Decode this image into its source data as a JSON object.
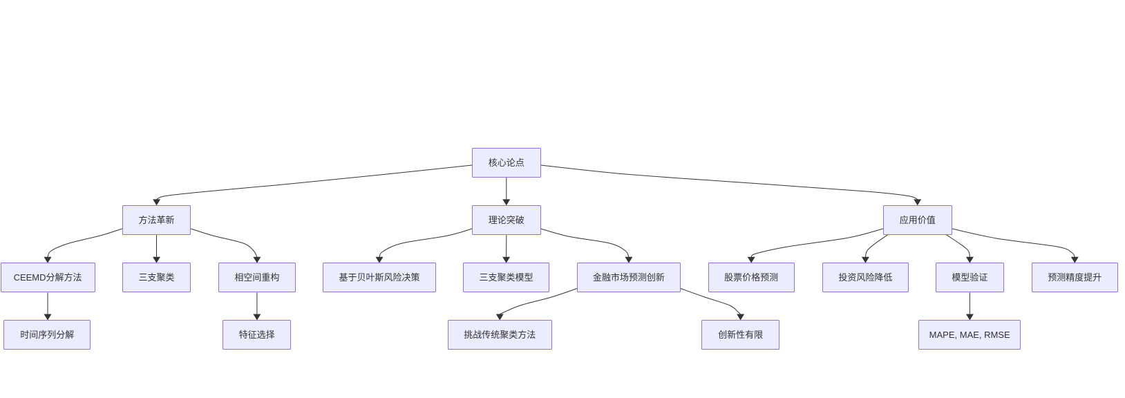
{
  "diagram": {
    "type": "flowchart",
    "direction": "top-down",
    "style": {
      "background": "#ffffff",
      "node_fill": "#ECECFF",
      "node_border": "#9370DB",
      "edge_color": "#333333",
      "text_color": "#333333"
    },
    "nodes": {
      "core": {
        "label": "核心论点"
      },
      "method": {
        "label": "方法革新"
      },
      "theory": {
        "label": "理论突破"
      },
      "application": {
        "label": "应用价值"
      },
      "ceemd": {
        "label": "CEEMD分解方法"
      },
      "threeway": {
        "label": "三支聚类"
      },
      "phase": {
        "label": "相空间重构"
      },
      "bayes": {
        "label": "基于贝叶斯风险决策"
      },
      "model": {
        "label": "三支聚类模型"
      },
      "finance": {
        "label": "金融市场预测创新"
      },
      "stock": {
        "label": "股票价格预测"
      },
      "invest": {
        "label": "投资风险降低"
      },
      "validation": {
        "label": "模型验证"
      },
      "precision": {
        "label": "预测精度提升"
      },
      "timeseries": {
        "label": "时间序列分解"
      },
      "feature": {
        "label": "特征选择"
      },
      "challenge": {
        "label": "挑战传统聚类方法"
      },
      "limited": {
        "label": "创新性有限"
      },
      "mape": {
        "label": "MAPE, MAE, RMSE"
      }
    },
    "edges": [
      {
        "from": "core",
        "to": "theory"
      },
      {
        "from": "core",
        "to": "method"
      },
      {
        "from": "core",
        "to": "application"
      },
      {
        "from": "method",
        "to": "ceemd"
      },
      {
        "from": "method",
        "to": "threeway"
      },
      {
        "from": "method",
        "to": "phase"
      },
      {
        "from": "theory",
        "to": "bayes"
      },
      {
        "from": "theory",
        "to": "model"
      },
      {
        "from": "theory",
        "to": "finance"
      },
      {
        "from": "finance",
        "to": "challenge"
      },
      {
        "from": "finance",
        "to": "limited"
      },
      {
        "from": "application",
        "to": "stock"
      },
      {
        "from": "application",
        "to": "invest"
      },
      {
        "from": "application",
        "to": "validation"
      },
      {
        "from": "application",
        "to": "precision"
      },
      {
        "from": "ceemd",
        "to": "timeseries"
      },
      {
        "from": "phase",
        "to": "feature"
      },
      {
        "from": "validation",
        "to": "mape"
      }
    ]
  }
}
